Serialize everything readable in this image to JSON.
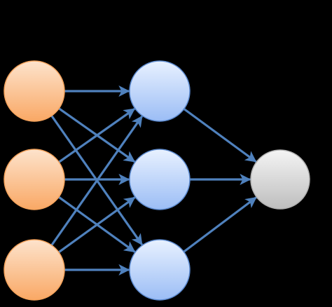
{
  "diagram": {
    "background": "#000000",
    "edge_color": "#4F81BD",
    "layers": [
      {
        "id": "input",
        "fill_light": "#FDE3CC",
        "fill_dark": "#F9A865",
        "stroke": "#F5A35C",
        "nodes": [
          "input-1",
          "input-2",
          "input-3"
        ]
      },
      {
        "id": "hidden",
        "fill_light": "#E8F1FF",
        "fill_dark": "#9BBDF5",
        "stroke": "#5D8BD0",
        "nodes": [
          "hidden-1",
          "hidden-2",
          "hidden-3"
        ]
      },
      {
        "id": "output",
        "fill_light": "#F4F4F4",
        "fill_dark": "#BEBEBE",
        "stroke": "#B0B0B0",
        "nodes": [
          "output-1"
        ]
      }
    ],
    "edges": [
      [
        "input-1",
        "hidden-1"
      ],
      [
        "input-1",
        "hidden-2"
      ],
      [
        "input-1",
        "hidden-3"
      ],
      [
        "input-2",
        "hidden-1"
      ],
      [
        "input-2",
        "hidden-2"
      ],
      [
        "input-2",
        "hidden-3"
      ],
      [
        "input-3",
        "hidden-1"
      ],
      [
        "input-3",
        "hidden-2"
      ],
      [
        "input-3",
        "hidden-3"
      ],
      [
        "hidden-1",
        "output-1"
      ],
      [
        "hidden-2",
        "output-1"
      ],
      [
        "hidden-3",
        "output-1"
      ]
    ]
  }
}
